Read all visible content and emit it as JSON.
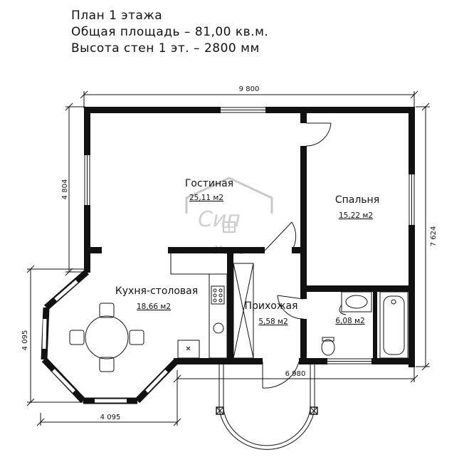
{
  "header": {
    "title": "План 1 этажа",
    "total_area": "Общая площадь – 81,00 кв.м.",
    "wall_height": "Высота стен 1 эт. – 2800 мм"
  },
  "dimensions": {
    "top_width": "9 800",
    "left_height": "4 804",
    "right_height": "7 624",
    "bay_height": "4 095",
    "bay_width": "4 095",
    "bottom_width": "6 980"
  },
  "rooms": [
    {
      "name": "Гостиная",
      "area": "25,11 м2"
    },
    {
      "name": "Спальня",
      "area": "15,22 м2"
    },
    {
      "name": "Кухня-столовая",
      "area": "18,66 м2"
    },
    {
      "name": "Прихожая",
      "area": "5,58 м2"
    },
    {
      "name": "",
      "area": "6,08 м2"
    }
  ],
  "watermark": {
    "line1": "Сип",
    "line2": "Хаус"
  }
}
